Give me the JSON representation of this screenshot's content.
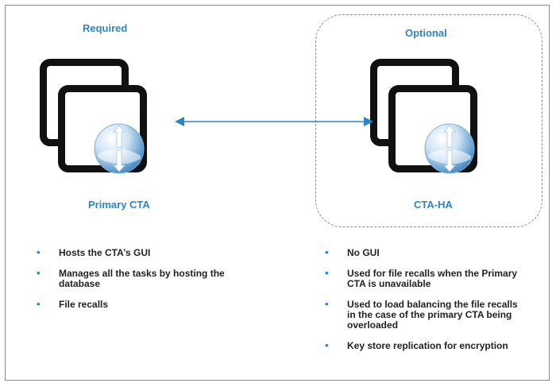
{
  "left": {
    "heading": "Required",
    "node_label": "Primary CTA",
    "bullets": [
      {
        "text": "Hosts the CTA’s GUI"
      },
      {
        "text": "Manages all the tasks by hosting the database"
      },
      {
        "text": "File recalls"
      }
    ]
  },
  "right": {
    "heading": "Optional",
    "node_label": "CTA-HA",
    "bullets": [
      {
        "text": "No GUI"
      },
      {
        "text": "Used for file recalls when the Primary CTA is unavailable"
      },
      {
        "text": "Used to load balancing the file recalls in the case of the primary CTA being overloaded"
      },
      {
        "text": "Key store replication for encryption"
      }
    ]
  },
  "bullet_glyph": "•",
  "colors": {
    "accent": "#2a86c7",
    "globe_light": "#e8f3fb",
    "globe_dark": "#4f93c9",
    "arrow": "#2a86c7"
  },
  "icons": {
    "server": "server-stack-icon",
    "sync": "up-down-arrows-globe-icon",
    "connector": "double-arrow-connector"
  }
}
